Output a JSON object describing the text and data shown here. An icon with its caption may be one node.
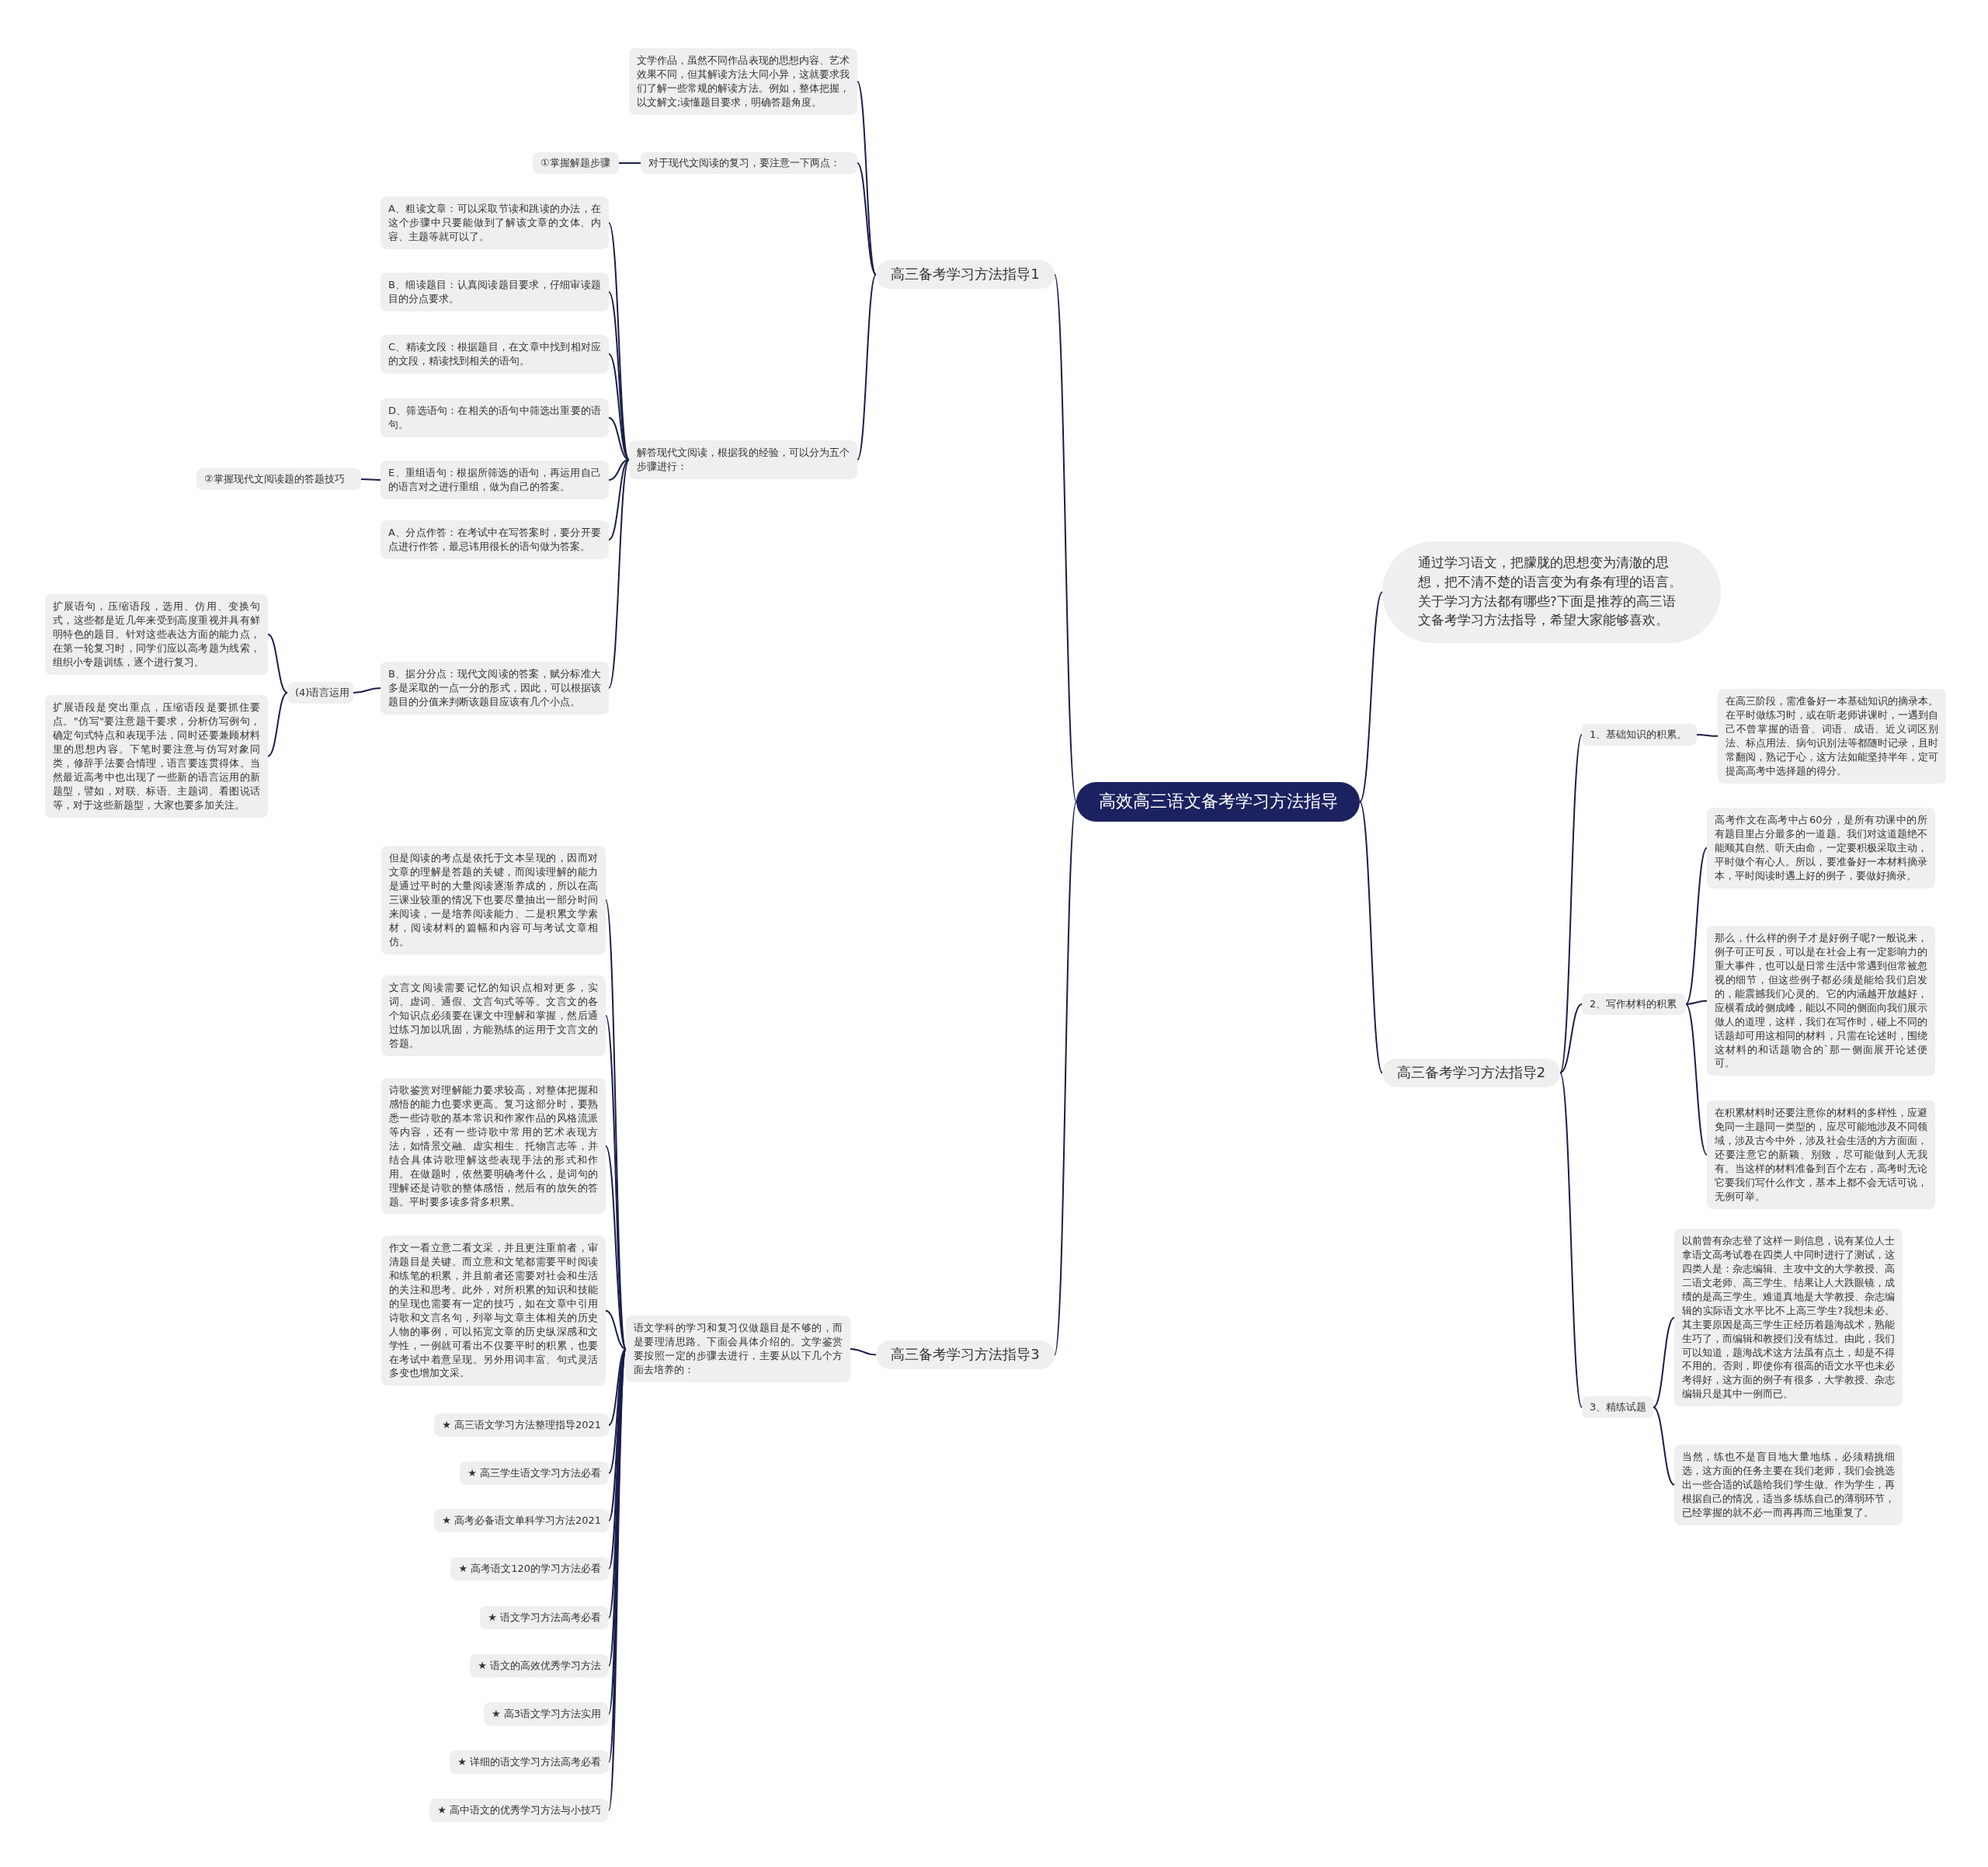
{
  "diagram": {
    "nodes": [
      {
        "text": [
          "高效高三语文备考学习方法指导"
        ]
      },
      {
        "text": [
          "高三备考学习方法指导1"
        ]
      },
      {
        "text": [
          "文学作品，虽然不同作品表现的思想内容、艺术效果不同，但其解读方法大同小异，这就要求我们了解一些常规的解读方法。例如，整体把握，以文解文;读懂题目要求，明确答题角度。"
        ]
      },
      {
        "text": [
          "对于现代文阅读的复习，要注意一下两点："
        ]
      },
      {
        "text": [
          "①掌握解题步骤"
        ]
      },
      {
        "text": [
          "解答现代文阅读，根据我的经验，可以分为五个步骤进行："
        ]
      },
      {
        "text": [
          "A、粗读文章：可以采取节读和跳读的办法，在这个步骤中只要能做到了解该文章的文体、内容、主题等就可以了。"
        ]
      },
      {
        "text": [
          "B、细读题目：认真阅读题目要求，仔细审读题目的分点要求。"
        ]
      },
      {
        "text": [
          "C、精读文段：根据题目，在文章中找到相对应的文段，精读找到相关的语句。"
        ]
      },
      {
        "text": [
          "D、筛选语句：在相关的语句中筛选出重要的语句。"
        ]
      },
      {
        "text": [
          "E、重组语句：根据所筛选的语句，再运用自己的语言对之进行重组，做为自己的答案。"
        ]
      },
      {
        "text": [
          "②掌握现代文阅读题的答题技巧"
        ]
      },
      {
        "text": [
          "A、分点作答：在考试中在写答案时，要分开要点进行作答，最忌讳用很长的语句做为答案。"
        ]
      },
      {
        "text": [
          "B、据分分点：现代文阅读的答案，赋分标准大多是采取的一点一分的形式，因此，可以根据该题目的分值来判断该题目应该有几个小点。"
        ]
      },
      {
        "text": [
          "(4)语言运用"
        ]
      },
      {
        "text": [
          "扩展语句，压缩语段，选用、仿用、变换句式，这些都是近几年来受到高度重视并具有鲜明特色的题目。针对这些表达方面的能力点，在第一轮复习时，同学们应以高考题为线索，组织小专题训练，逐个进行复习。"
        ]
      },
      {
        "text": [
          "扩展语段是突出重点，压缩语段是要抓住要点。\"仿写\"要注意题干要求，分析仿写例句，确定句式特点和表现手法，同时还要兼顾材料里的思想内容。下笔时要注意与仿写对象同类，修辞手法要合情理，语言要连贯得体。当然最近高考中也出现了一些新的语言运用的新题型，譬如，对联、标语、主题词、看图说话等，对于这些新题型，大家也要多加关注。"
        ]
      },
      {
        "text": [
          "高三备考学习方法指导3"
        ]
      },
      {
        "text": [
          "语文学科的学习和复习仅做题目是不够的，而是要理清思路。下面会具体介绍的。文学鉴赏要按照一定的步骤去进行，主要从以下几个方面去培养的："
        ]
      },
      {
        "text": [
          "但是阅读的考点是依托于文本呈现的，因而对文章的理解是答题的关键，而阅读理解的能力是通过平时的大量阅读逐渐养成的，所以在高三课业较重的情况下也要尽量抽出一部分时间来阅读，一是培养阅读能力、二是积累文学素材，阅读材料的篇幅和内容可与考试文章相仿。"
        ]
      },
      {
        "text": [
          "文言文阅读需要记忆的知识点相对更多，实词、虚词、通假、文言句式等等。文言文的各个知识点必须要在课文中理解和掌握，然后通过练习加以巩固，方能熟练的运用于文言文的答题。"
        ]
      },
      {
        "text": [
          "诗歌鉴赏对理解能力要求较高，对整体把握和感悟的能力也要求更高。复习这部分时，要熟悉一些诗歌的基本常识和作家作品的风格流派等内容，还有一些诗歌中常用的艺术表现方法，如情景交融、虚实相生、托物言志等，并结合具体诗歌理解这些表现手法的形式和作用。在做题时，依然要明确考什么，是词句的理解还是诗歌的整体感悟，然后有的放矢的答题。平时要多读多背多积累。"
        ]
      },
      {
        "text": [
          "作文一看立意二看文采，并且更注重前者，审清题目是关键。而立意和文笔都需要平时阅读和练笔的积累，并且前者还需要对社会和生活的关注和思考。此外，对所积累的知识和技能的呈现也需要有一定的技巧，如在文章中引用诗歌和文言名句，列举与文章主体相关的历史人物的事例，可以拓宽文章的历史纵深感和文学性，一例就可看出不仅要平时的积累，也要在考试中着意呈现。另外用词丰富、句式灵活多变也增加文采。"
        ]
      },
      {
        "text": [
          "★ 高三语文学习方法整理指导2021"
        ]
      },
      {
        "text": [
          "★ 高三学生语文学习方法必看"
        ]
      },
      {
        "text": [
          "★ 高考必备语文单科学习方法2021"
        ]
      },
      {
        "text": [
          "★ 高考语文120的学习方法必看"
        ]
      },
      {
        "text": [
          "★ 语文学习方法高考必看"
        ]
      },
      {
        "text": [
          "★ 语文的高效优秀学习方法"
        ]
      },
      {
        "text": [
          "★ 高3语文学习方法实用"
        ]
      },
      {
        "text": [
          "★ 详细的语文学习方法高考必看"
        ]
      },
      {
        "text": [
          "★ 高中语文的优秀学习方法与小技巧"
        ]
      },
      {
        "text": [
          "通过学习语文，把朦胧的思想变为清澈的思想，把不清不楚的语言变为有条有理的语言。关于学习方法都有哪些?下面是推荐的高三语文备考学习方法指导，希望大家能够喜欢。"
        ]
      },
      {
        "text": [
          "高三备考学习方法指导2"
        ]
      },
      {
        "text": [
          "1、基础知识的积累。"
        ]
      },
      {
        "text": [
          "在高三阶段，需准备好一本基础知识的摘录本。在平时做练习时，或在听老师讲课时，一遇到自己不曾掌握的语音、词语、成语、近义词区别法、标点用法、病句识别法等都随时记录，且时常翻阅，熟记于心，这方法如能坚持半年，定可提高高考中选择题的得分。"
        ]
      },
      {
        "text": [
          "2、写作材料的积累"
        ]
      },
      {
        "text": [
          "高考作文在高考中占60分，是所有功课中的所有题目里占分最多的一道题。我们对这道题绝不能顺其自然、听天由命，一定要积极采取主动，平时做个有心人。所以，要准备好一本材料摘录本，平时阅读时遇上好的例子，要做好摘录。"
        ]
      },
      {
        "text": [
          "那么，什么样的例子才是好例子呢?一般说来，例子可正可反，可以是在社会上有一定影响力的重大事件，也可以是日常生活中常遇到但常被忽视的细节，但这些例子都必须是能给我们启发的，能震撼我们心灵的。它的内涵越开放越好，应横看成岭侧成峰，能以不同的侧面向我们展示做人的道理，这样，我们在写作时，碰上不同的话题却可用这相同的材料，只需在论述时，围绕这材料的和话题吻合的`那一侧面展开论述便可。"
        ]
      },
      {
        "text": [
          "在积累材料时还要注意你的材料的多样性，应避免同一主题同一类型的，应尽可能地涉及不同领域，涉及古今中外，涉及社会生活的方方面面，还要注意它的新颖、别致，尽可能做到人无我有。当这样的材料准备到百个左右，高考时无论它要我们写什么作文，基本上都不会无话可说，无例可举。"
        ]
      },
      {
        "text": [
          "3、精练试题"
        ]
      },
      {
        "text": [
          "以前曾有杂志登了这样一则信息，说有某位人士拿语文高考试卷在四类人中同时进行了测试，这四类人是：杂志编辑、主攻中文的大学教授、高二语文老师、高三学生。结果让人大跌眼镜，成绩的是高三学生。难道真地是大学教授、杂志编辑的实际语文水平比不上高三学生?我想未必。其主要原因是高三学生正经历着题海战术，熟能生巧了，而编辑和教授们没有练过。由此，我们可以知道，题海战术这方法虽有点土，却是不得不用的。否则，即使你有很高的语文水平也未必考得好，这方面的例子有很多，大学教授、杂志编辑只是其中一例而已。"
        ]
      },
      {
        "text": [
          "当然，练也不是盲目地大量地练，必须精挑细选，这方面的任务主要在我们老师，我们会挑选出一些合适的试题给我们学生做。作为学生，再根据自己的情况，适当多练练自己的薄弱环节，已经掌握的就不必一而再再而三地重复了。"
        ]
      }
    ],
    "edges": [
      {
        "from": 0,
        "to": 1,
        "arrow": "none"
      },
      {
        "from": 1,
        "to": 2,
        "arrow": "none"
      },
      {
        "from": 1,
        "to": 3,
        "arrow": "none"
      },
      {
        "from": 3,
        "to": 4,
        "arrow": "none"
      },
      {
        "from": 1,
        "to": 5,
        "arrow": "none"
      },
      {
        "from": 5,
        "to": 6,
        "arrow": "none"
      },
      {
        "from": 5,
        "to": 7,
        "arrow": "none"
      },
      {
        "from": 5,
        "to": 8,
        "arrow": "none"
      },
      {
        "from": 5,
        "to": 9,
        "arrow": "none"
      },
      {
        "from": 5,
        "to": 10,
        "arrow": "none"
      },
      {
        "from": 10,
        "to": 11,
        "arrow": "none"
      },
      {
        "from": 5,
        "to": 12,
        "arrow": "none"
      },
      {
        "from": 5,
        "to": 13,
        "arrow": "none"
      },
      {
        "from": 13,
        "to": 14,
        "arrow": "none"
      },
      {
        "from": 14,
        "to": 15,
        "arrow": "none"
      },
      {
        "from": 14,
        "to": 16,
        "arrow": "none"
      },
      {
        "from": 0,
        "to": 17,
        "arrow": "none"
      },
      {
        "from": 17,
        "to": 18,
        "arrow": "none"
      },
      {
        "from": 18,
        "to": 19,
        "arrow": "none"
      },
      {
        "from": 18,
        "to": 20,
        "arrow": "none"
      },
      {
        "from": 18,
        "to": 21,
        "arrow": "none"
      },
      {
        "from": 18,
        "to": 22,
        "arrow": "none"
      },
      {
        "from": 18,
        "to": 23,
        "arrow": "none"
      },
      {
        "from": 18,
        "to": 24,
        "arrow": "none"
      },
      {
        "from": 18,
        "to": 25,
        "arrow": "none"
      },
      {
        "from": 18,
        "to": 26,
        "arrow": "none"
      },
      {
        "from": 18,
        "to": 27,
        "arrow": "none"
      },
      {
        "from": 18,
        "to": 28,
        "arrow": "none"
      },
      {
        "from": 18,
        "to": 29,
        "arrow": "none"
      },
      {
        "from": 18,
        "to": 30,
        "arrow": "none"
      },
      {
        "from": 18,
        "to": 31,
        "arrow": "none"
      },
      {
        "from": 0,
        "to": 32,
        "arrow": "none"
      },
      {
        "from": 0,
        "to": 33,
        "arrow": "none"
      },
      {
        "from": 33,
        "to": 34,
        "arrow": "none"
      },
      {
        "from": 34,
        "to": 35,
        "arrow": "none"
      },
      {
        "from": 33,
        "to": 36,
        "arrow": "none"
      },
      {
        "from": 36,
        "to": 37,
        "arrow": "none"
      },
      {
        "from": 36,
        "to": 38,
        "arrow": "none"
      },
      {
        "from": 36,
        "to": 39,
        "arrow": "none"
      },
      {
        "from": 33,
        "to": 40,
        "arrow": "none"
      },
      {
        "from": 40,
        "to": 41,
        "arrow": "none"
      },
      {
        "from": 40,
        "to": 42,
        "arrow": "none"
      }
    ]
  }
}
